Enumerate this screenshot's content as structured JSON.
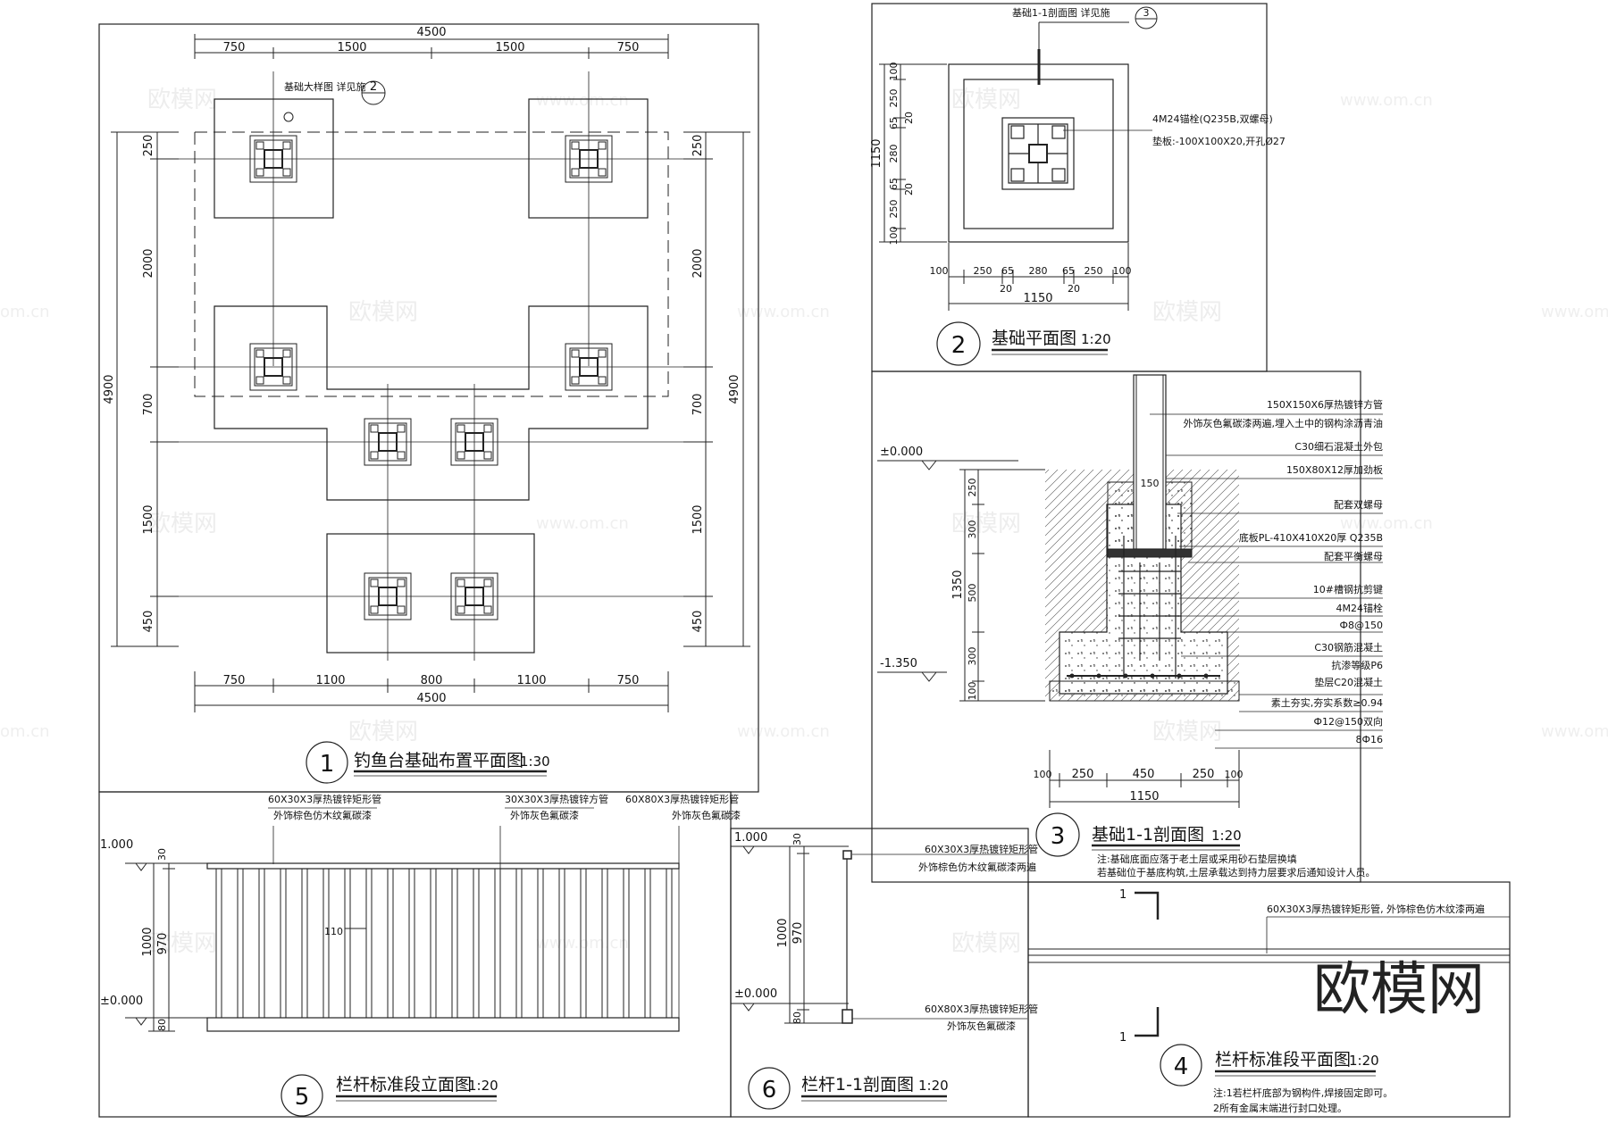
{
  "panel1": {
    "top_total": "4500",
    "top_segments": [
      "750",
      "1500",
      "1500",
      "750"
    ],
    "bottom_total": "4500",
    "bottom_segments": [
      "750",
      "1100",
      "800",
      "1100",
      "750"
    ],
    "left_total": "4900",
    "left_segments": [
      "250",
      "2000",
      "700",
      "1500",
      "450"
    ],
    "right_total": "4900",
    "right_segments": [
      "250",
      "2000",
      "700",
      "1500",
      "450"
    ],
    "ref_label": "基础大样图 详见施",
    "ref_num": "2",
    "title_num": "1",
    "title": "钓鱼台基础布置平面图",
    "scale": "1:30"
  },
  "panel2": {
    "ref_label": "基础1-1剖面图 详见施",
    "ref_num": "3",
    "anchor_note": "4M24锚栓(Q235B,双螺母)",
    "plate_note": "垫板:-100X100X20,开孔Ø27",
    "left_segments": [
      "100",
      "250",
      "65",
      "20",
      "280",
      "65",
      "20",
      "250",
      "100"
    ],
    "left_total": "1150",
    "bottom_segments": [
      "100",
      "250",
      "65",
      "280",
      "65",
      "250",
      "100"
    ],
    "bottom_sub": [
      "20",
      "20"
    ],
    "bottom_total": "1150",
    "title_num": "2",
    "title": "基础平面图",
    "scale": "1:20"
  },
  "panel3": {
    "elev_top": "±0.000",
    "elev_bottom": "-1.350",
    "left_segments": [
      "250",
      "300",
      "500",
      "300",
      "100"
    ],
    "left_total": "1350",
    "col_width": "150",
    "bottom_segments": [
      "100",
      "250",
      "450",
      "250",
      "100"
    ],
    "bottom_total": "1150",
    "labels": [
      "150X150X6厚热镀锌方管",
      "外饰灰色氟碳漆两遍,埋入土中的钢构涂沥青油",
      "C30细石混凝土外包",
      "150X80X12厚加劲板",
      "配套双螺母",
      "底板PL-410X410X20厚 Q235B",
      "配套平衡螺母",
      "10#槽钢抗剪键",
      "4M24锚栓",
      "Ф8@150",
      "C30钢筋混凝土",
      "抗渗等级P6",
      "垫层C20混凝土",
      "素土夯实,夯实系数≥0.94",
      "Ф12@150双向",
      "8Ф16"
    ],
    "note1": "注:基础底面应落于老土层或采用砂石垫层换填",
    "note2": "若基础位于基底构筑,土层承载达到持力层要求后通知设计人员。",
    "title_num": "3",
    "title": "基础1-1剖面图",
    "scale": "1:20"
  },
  "panel5": {
    "label_a": "60X30X3厚热镀锌矩形管",
    "label_a2": "外饰棕色仿木纹氟碳漆",
    "label_b": "30X30X3厚热镀锌方管",
    "label_b2": "外饰灰色氟碳漆",
    "label_c": "60X80X3厚热镀锌矩形管",
    "label_c2": "外饰灰色氟碳漆",
    "elev_top": "1.000",
    "elev_bottom": "±0.000",
    "dims": [
      "30",
      "1000",
      "970",
      "80"
    ],
    "spacing": "110",
    "title_num": "5",
    "title": "栏杆标准段立面图",
    "scale": "1:20"
  },
  "panel6": {
    "elev_top": "1.000",
    "elev_bottom": "±0.000",
    "dims": [
      "30",
      "1000",
      "970",
      "80"
    ],
    "label_a": "60X30X3厚热镀锌矩形管",
    "label_a2": "外饰棕色仿木纹氟碳漆两遍",
    "label_b": "60X80X3厚热镀锌矩形管",
    "label_b2": "外饰灰色氟碳漆",
    "title_num": "6",
    "title": "栏杆1-1剖面图",
    "scale": "1:20"
  },
  "panel4": {
    "label": "60X30X3厚热镀锌矩形管, 外饰棕色仿木纹漆两遍",
    "cut": "1",
    "note1": "注:1若栏杆底部为钢构件,焊接固定即可。",
    "note2": "2所有金属末端进行封口处理。",
    "title_num": "4",
    "title": "栏杆标准段平面图",
    "scale": "1:20"
  },
  "watermark": {
    "text": "欧模网",
    "url": "www.om.cn",
    "url_short": "om.cn"
  },
  "brand": "欧模网"
}
